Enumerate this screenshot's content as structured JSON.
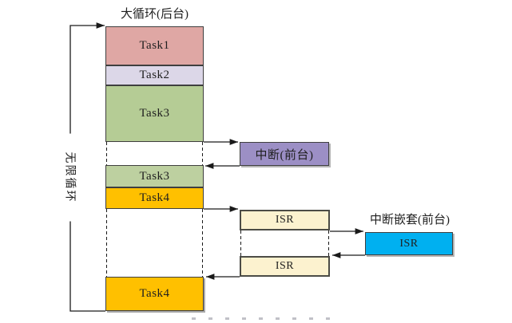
{
  "header": {
    "title": "大循环(后台)"
  },
  "loop": {
    "label": "无限循环"
  },
  "stack": {
    "segments": [
      {
        "label": "Task1",
        "color": "#dfa7a4"
      },
      {
        "label": "Task2",
        "color": "#dcd7e8"
      },
      {
        "label": "Task3",
        "color": "#b5cc95"
      },
      {
        "label": "Task3",
        "color": "#bdd0a0"
      },
      {
        "label": "Task4",
        "color": "#ffc000"
      },
      {
        "label": "Task4",
        "color": "#ffc000"
      }
    ]
  },
  "interrupt": {
    "label": "中断(前台)",
    "color": "#9c8fc5"
  },
  "isr": {
    "first_label": "ISR",
    "second_label": "ISR",
    "color": "#fcf2cf"
  },
  "nested": {
    "title": "中断嵌套(前台)",
    "label": "ISR",
    "color": "#00b0f0"
  },
  "colors": {
    "line": "#1a1a1a",
    "box_border": "#3f3f3f",
    "isr_border": "#4c4c46",
    "background": "#ffffff"
  }
}
